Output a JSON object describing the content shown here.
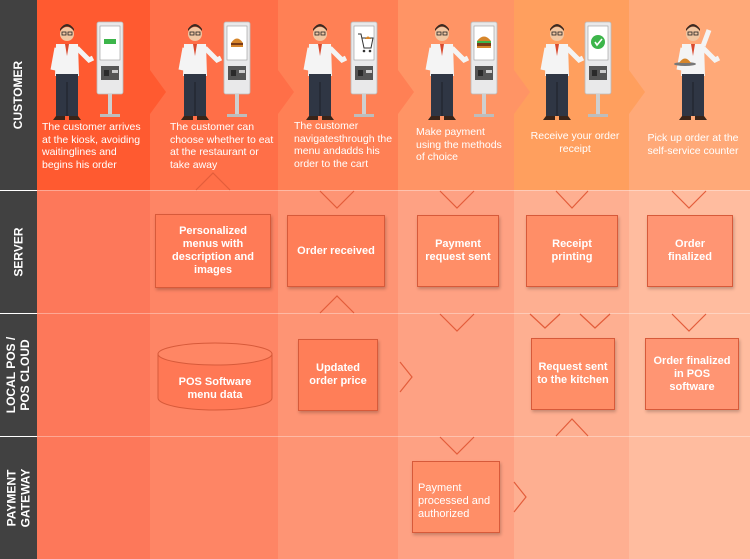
{
  "lanes": [
    {
      "label": "CUSTOMER"
    },
    {
      "label": "SERVER"
    },
    {
      "label": "LOCAL POS /\nPOS CLOUD"
    },
    {
      "label": "PAYMENT\nGATEWAY"
    }
  ],
  "steps": [
    "The customer arrives at the kiosk, avoiding waitinglines and begins his order",
    "The customer can choose whether to eat at the restaurant or take away",
    "The customer navigatesthrough the menu andadds his order to the cart",
    "Make payment using the methods of choice",
    "Receive your order receipt",
    "Pick up order at the self-service counter"
  ],
  "server": {
    "personalized_menus": "Personalized menus with description and images",
    "order_received": "Order received",
    "payment_request_sent": "Payment request sent",
    "receipt_printing": "Receipt printing",
    "order_finalized": "Order finalized"
  },
  "pos": {
    "menu_data": "POS Software menu data",
    "updated_price": "Updated order price",
    "request_kitchen": "Request sent to the kitchen",
    "order_finalized_pos": "Order finalized in POS software"
  },
  "gateway": {
    "payment_processed": "Payment processed and authorized"
  },
  "colors": {
    "label_bg": "#414141",
    "accent": "#ff6b45"
  },
  "icons": [
    "person-icon",
    "kiosk-icon",
    "order-screen-icon",
    "burger-icon",
    "cart-icon",
    "check-icon",
    "tray-icon"
  ]
}
